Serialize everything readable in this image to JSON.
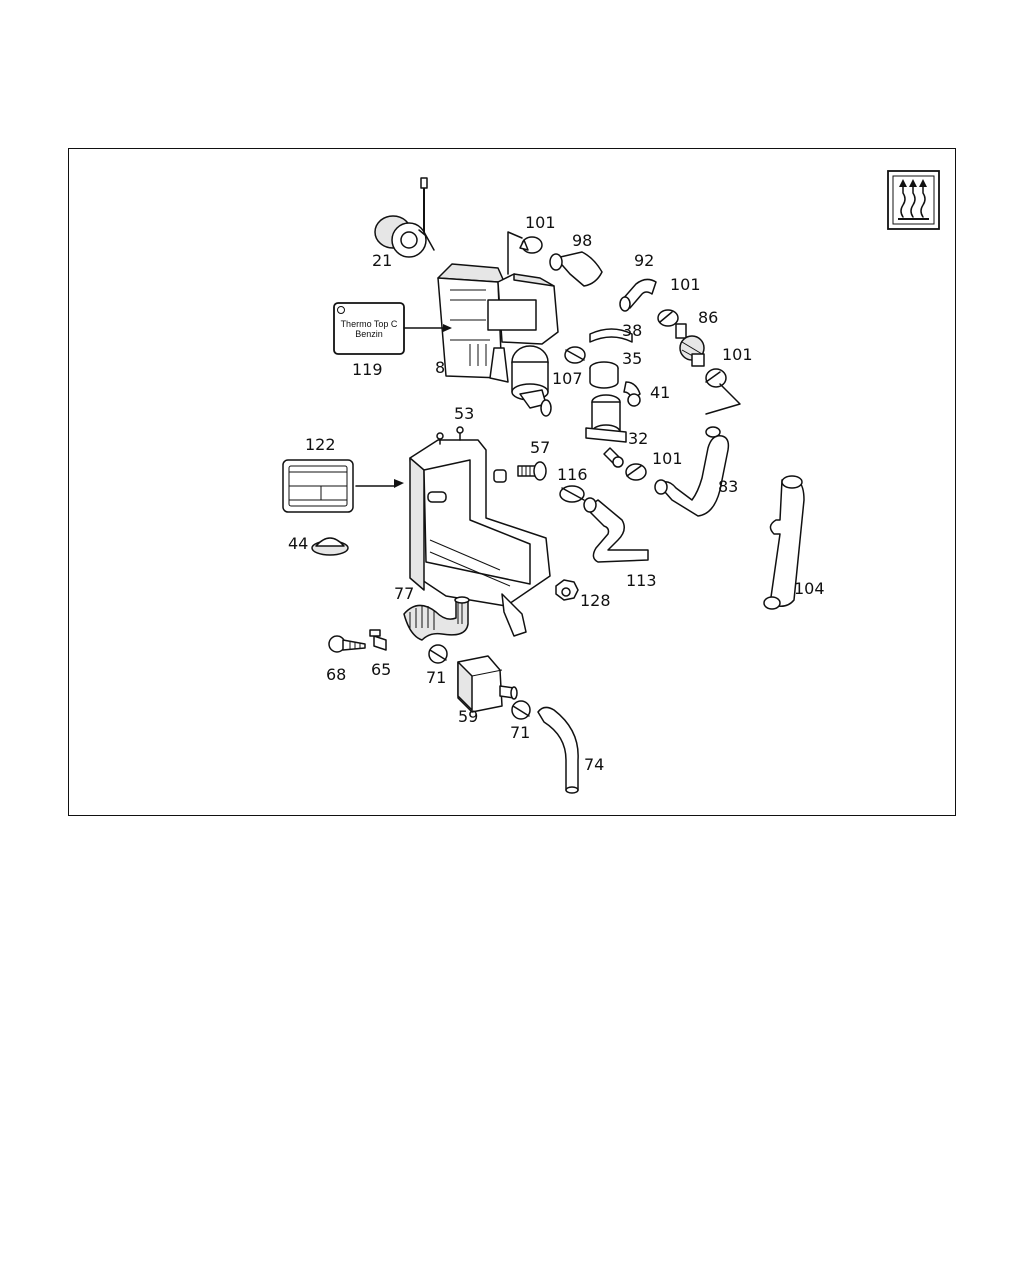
{
  "labels": {
    "p21": "21",
    "p101a": "101",
    "p98": "98",
    "p92": "92",
    "p101b": "101",
    "p86": "86",
    "p101c": "101",
    "p38": "38",
    "p35": "35",
    "p107": "107",
    "p41": "41",
    "p32": "32",
    "p101d": "101",
    "p83": "83",
    "p119": "119",
    "p8": "8",
    "p53": "53",
    "p57": "57",
    "p116": "116",
    "p122": "122",
    "p44": "44",
    "p113": "113",
    "p104": "104",
    "p128": "128",
    "p77": "77",
    "p68": "68",
    "p65": "65",
    "p71a": "71",
    "p59": "59",
    "p71b": "71",
    "p74": "74"
  },
  "tag": {
    "line1": "Thermo Top C",
    "line2": "Benzin"
  },
  "icon": "heater-icon"
}
